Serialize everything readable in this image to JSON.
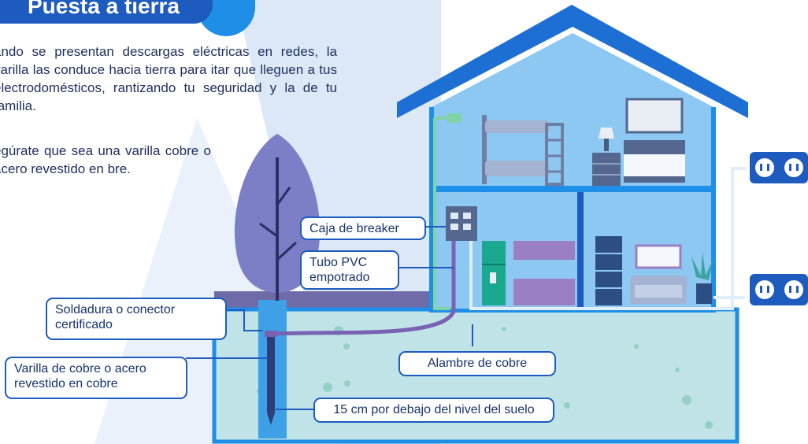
{
  "title": "Puesta a tierra",
  "paragraph_1": "ando se presentan descargas eléctricas en redes, la varilla las conduce hacia tierra para itar que lleguen a tus electrodomésticos, rantizando tu seguridad y la de tu familia.",
  "paragraph_2": "egúrate que sea una varilla cobre o acero revestido en bre.",
  "labels": {
    "breaker_box": "Caja de breaker",
    "pvc_tube": "Tubo PVC empotrado",
    "welding": "Soldadura o conector certificado",
    "rod": "Varilla de cobre o acero revestido en cobre",
    "copper_wire": "Alambre de cobre",
    "depth": "15 cm por debajo del nivel del suelo"
  },
  "colors": {
    "brand_blue": "#1d5bbf",
    "accent_blue": "#1e8ee6",
    "house_fill": "#8cc8f2",
    "ground_fill": "#bfe3e6",
    "pipe_purple": "#7a62b3",
    "copper_wire": "#7fd3a5"
  },
  "icons": [
    "house-icon",
    "tree-icon",
    "bunk-bed-icon",
    "bed-icon",
    "lamp-icon",
    "fridge-icon",
    "sofa-icon",
    "plant-icon",
    "bookshelf-icon",
    "breaker-panel-icon",
    "electrical-outlet-icon",
    "grounding-rod-icon"
  ]
}
